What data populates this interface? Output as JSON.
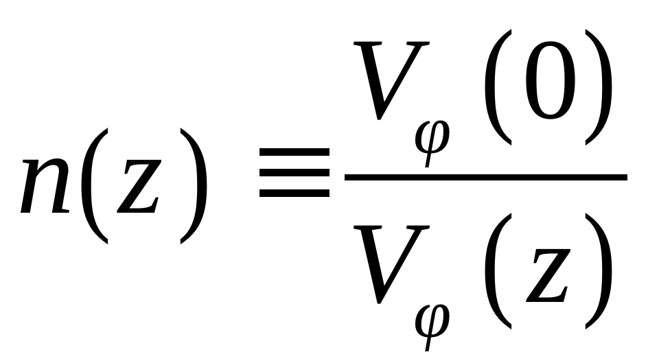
{
  "formula": {
    "lhs": {
      "func": "n",
      "open_paren": "(",
      "arg": "z",
      "close_paren": ")"
    },
    "relation_symbol": "≡",
    "numerator": {
      "var": "V",
      "subscript": "φ",
      "open_paren": "(",
      "arg": "0",
      "close_paren": ")"
    },
    "denominator": {
      "var": "V",
      "subscript": "φ",
      "open_paren": "(",
      "arg": "z",
      "close_paren": ")"
    }
  }
}
